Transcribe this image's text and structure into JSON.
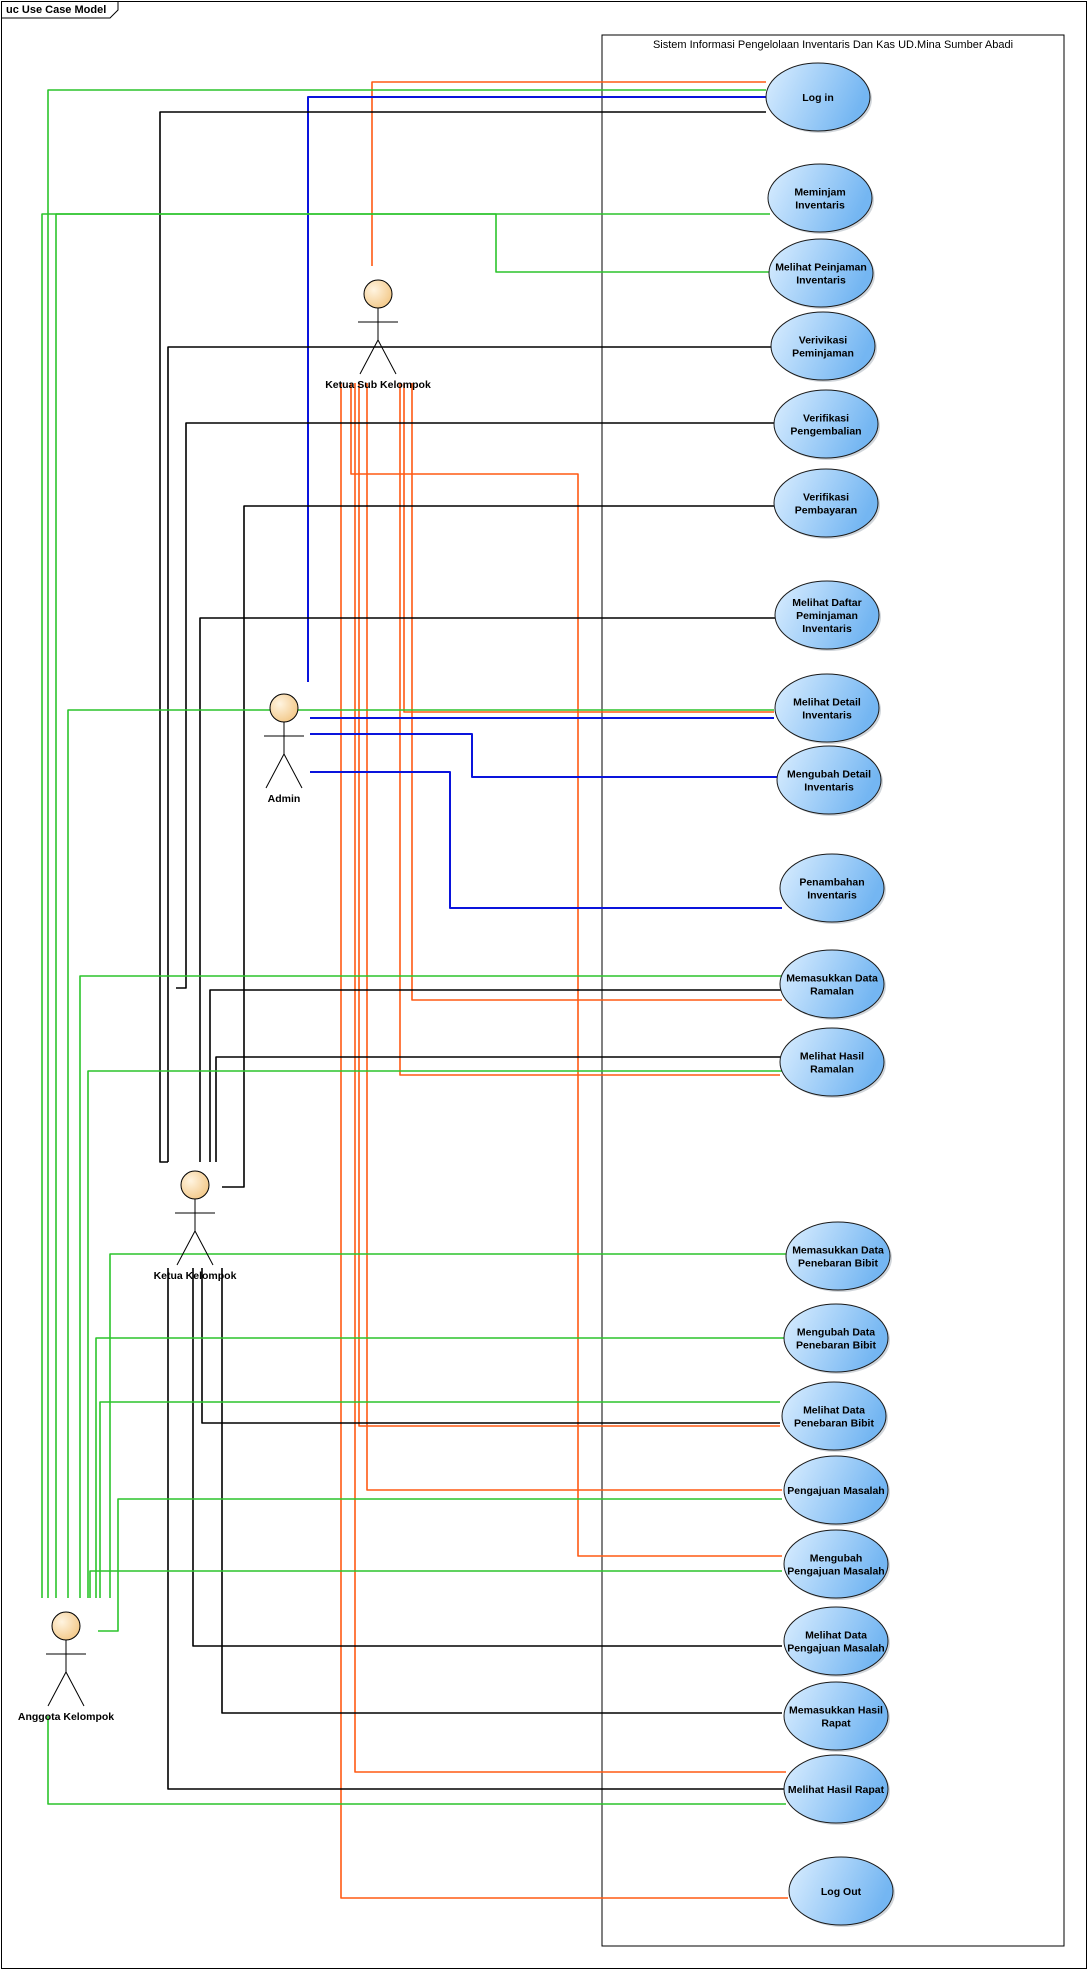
{
  "diagram": {
    "frame_label": "uc Use Case Model",
    "system_title": "Sistem Informasi Pengelolaan Inventaris Dan Kas UD.Mina Sumber Abadi"
  },
  "colors": {
    "ketua_sub_kelompok": "#ff5a14",
    "admin": "#0a14dc",
    "ketua_kelompok": "#000000",
    "anggota_kelompok": "#2cc42c",
    "use_case_fill_light": "#dbeeff",
    "use_case_fill_dark": "#74b6f2",
    "actor_head": "#f3c98a"
  },
  "actors": [
    {
      "id": "ketua_sub_kelompok",
      "label": "Ketua Sub Kelompok"
    },
    {
      "id": "admin",
      "label": "Admin"
    },
    {
      "id": "ketua_kelompok",
      "label": "Ketua Kelompok"
    },
    {
      "id": "anggota_kelompok",
      "label": "Anggota Kelompok"
    }
  ],
  "use_cases": [
    {
      "id": "uc01",
      "lines": [
        "Log in"
      ]
    },
    {
      "id": "uc02",
      "lines": [
        "Meminjam",
        "Inventaris"
      ]
    },
    {
      "id": "uc03",
      "lines": [
        "Melihat Peinjaman",
        "Inventaris"
      ]
    },
    {
      "id": "uc04",
      "lines": [
        "Verivikasi",
        "Peminjaman"
      ]
    },
    {
      "id": "uc05",
      "lines": [
        "Verifikasi",
        "Pengembalian"
      ]
    },
    {
      "id": "uc06",
      "lines": [
        "Verifikasi",
        "Pembayaran"
      ]
    },
    {
      "id": "uc07",
      "lines": [
        "Melihat Daftar",
        "Peminjaman",
        "Inventaris"
      ]
    },
    {
      "id": "uc08",
      "lines": [
        "Melihat Detail",
        "Inventaris"
      ]
    },
    {
      "id": "uc09",
      "lines": [
        "Mengubah Detail",
        "Inventaris"
      ]
    },
    {
      "id": "uc10",
      "lines": [
        "Penambahan",
        "Inventaris"
      ]
    },
    {
      "id": "uc11",
      "lines": [
        "Memasukkan Data",
        "Ramalan"
      ]
    },
    {
      "id": "uc12",
      "lines": [
        "Melihat Hasil",
        "Ramalan"
      ]
    },
    {
      "id": "uc13",
      "lines": [
        "Memasukkan Data",
        "Penebaran Bibit"
      ]
    },
    {
      "id": "uc14",
      "lines": [
        "Mengubah Data",
        "Penebaran Bibit"
      ]
    },
    {
      "id": "uc15",
      "lines": [
        "Melihat Data",
        "Penebaran Bibit"
      ]
    },
    {
      "id": "uc16",
      "lines": [
        "Pengajuan Masalah"
      ]
    },
    {
      "id": "uc17",
      "lines": [
        "Mengubah",
        "Pengajuan Masalah"
      ]
    },
    {
      "id": "uc18",
      "lines": [
        "Melihat Data",
        "Pengajuan Masalah"
      ]
    },
    {
      "id": "uc19",
      "lines": [
        "Memasukkan Hasil",
        "Rapat"
      ]
    },
    {
      "id": "uc20",
      "lines": [
        "Melihat Hasil Rapat"
      ]
    },
    {
      "id": "uc21",
      "lines": [
        "Log Out"
      ]
    }
  ],
  "associations": [
    {
      "actor": "ketua_sub_kelompok",
      "use_case": "uc01"
    },
    {
      "actor": "ketua_sub_kelompok",
      "use_case": "uc08"
    },
    {
      "actor": "ketua_sub_kelompok",
      "use_case": "uc11"
    },
    {
      "actor": "ketua_sub_kelompok",
      "use_case": "uc12"
    },
    {
      "actor": "ketua_sub_kelompok",
      "use_case": "uc15"
    },
    {
      "actor": "ketua_sub_kelompok",
      "use_case": "uc16"
    },
    {
      "actor": "ketua_sub_kelompok",
      "use_case": "uc17"
    },
    {
      "actor": "ketua_sub_kelompok",
      "use_case": "uc20"
    },
    {
      "actor": "ketua_sub_kelompok",
      "use_case": "uc21"
    },
    {
      "actor": "admin",
      "use_case": "uc01"
    },
    {
      "actor": "admin",
      "use_case": "uc08"
    },
    {
      "actor": "admin",
      "use_case": "uc09"
    },
    {
      "actor": "admin",
      "use_case": "uc10"
    },
    {
      "actor": "ketua_kelompok",
      "use_case": "uc01"
    },
    {
      "actor": "ketua_kelompok",
      "use_case": "uc04"
    },
    {
      "actor": "ketua_kelompok",
      "use_case": "uc05"
    },
    {
      "actor": "ketua_kelompok",
      "use_case": "uc06"
    },
    {
      "actor": "ketua_kelompok",
      "use_case": "uc07"
    },
    {
      "actor": "ketua_kelompok",
      "use_case": "uc11"
    },
    {
      "actor": "ketua_kelompok",
      "use_case": "uc12"
    },
    {
      "actor": "ketua_kelompok",
      "use_case": "uc15"
    },
    {
      "actor": "ketua_kelompok",
      "use_case": "uc18"
    },
    {
      "actor": "ketua_kelompok",
      "use_case": "uc19"
    },
    {
      "actor": "ketua_kelompok",
      "use_case": "uc20"
    },
    {
      "actor": "anggota_kelompok",
      "use_case": "uc01"
    },
    {
      "actor": "anggota_kelompok",
      "use_case": "uc02"
    },
    {
      "actor": "anggota_kelompok",
      "use_case": "uc03"
    },
    {
      "actor": "anggota_kelompok",
      "use_case": "uc08"
    },
    {
      "actor": "anggota_kelompok",
      "use_case": "uc11"
    },
    {
      "actor": "anggota_kelompok",
      "use_case": "uc12"
    },
    {
      "actor": "anggota_kelompok",
      "use_case": "uc13"
    },
    {
      "actor": "anggota_kelompok",
      "use_case": "uc14"
    },
    {
      "actor": "anggota_kelompok",
      "use_case": "uc15"
    },
    {
      "actor": "anggota_kelompok",
      "use_case": "uc16"
    },
    {
      "actor": "anggota_kelompok",
      "use_case": "uc17"
    },
    {
      "actor": "anggota_kelompok",
      "use_case": "uc20"
    }
  ]
}
